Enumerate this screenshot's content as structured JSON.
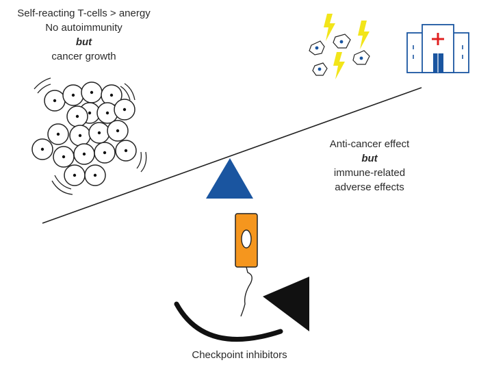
{
  "left_text": {
    "line1": "Self-reacting T-cells > anergy",
    "line2": "No autoimmunity",
    "line3": "but",
    "line4": "cancer growth"
  },
  "right_text": {
    "line1": "Anti-cancer effect",
    "line2": "but",
    "line3": "immune-related",
    "line4": "adverse effects"
  },
  "bottom_label": "Checkpoint inhibitors",
  "colors": {
    "fulcrum": "#1a55a0",
    "inhibitor": "#f5961e",
    "lightning": "#f2e51a",
    "hospital_cross": "#e02020",
    "hospital_door": "#1a55a0",
    "line": "#222222"
  },
  "icons": [
    "cell-cluster-icon",
    "hospital-icon",
    "lightning-icon",
    "damaged-cell-icon",
    "checkpoint-inhibitor-icon",
    "curved-arrow-icon"
  ]
}
